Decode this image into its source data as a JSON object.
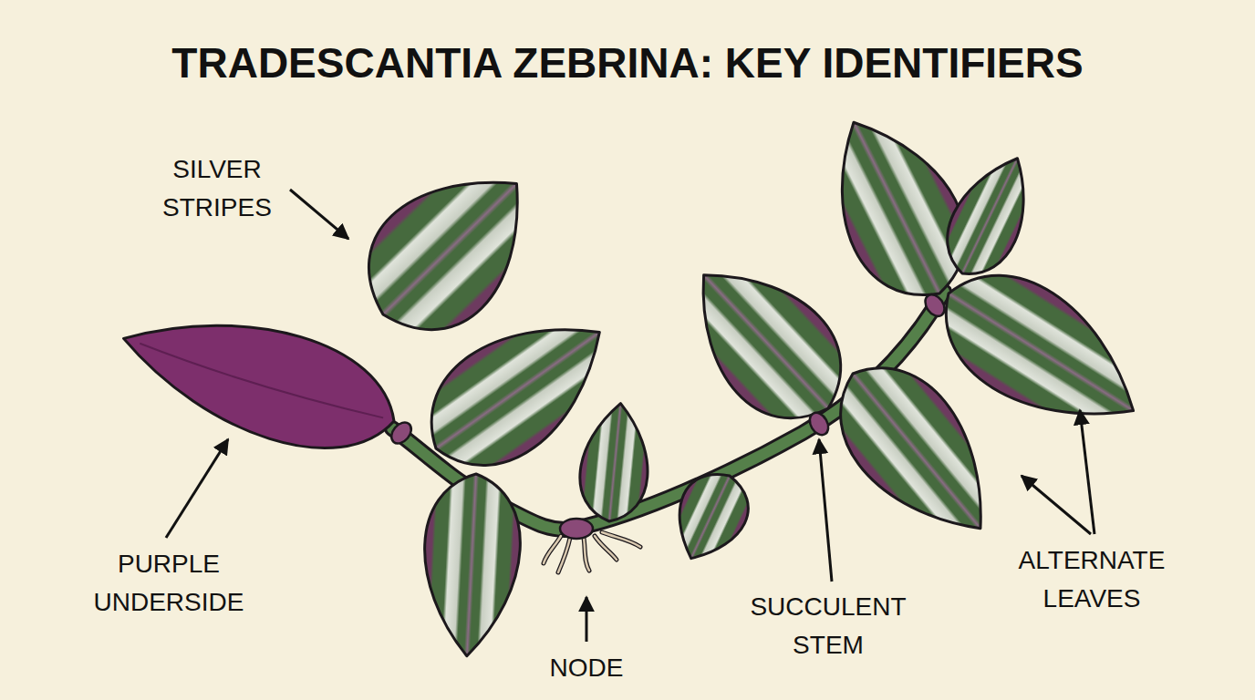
{
  "diagram": {
    "title": "TRADESCANTIA ZEBRINA: KEY IDENTIFIERS",
    "labels": [
      "SILVER STRIPES",
      "PURPLE UNDERSIDE",
      "NODE",
      "SUCCULENT STEM",
      "ALTERNATE LEAVES"
    ]
  }
}
